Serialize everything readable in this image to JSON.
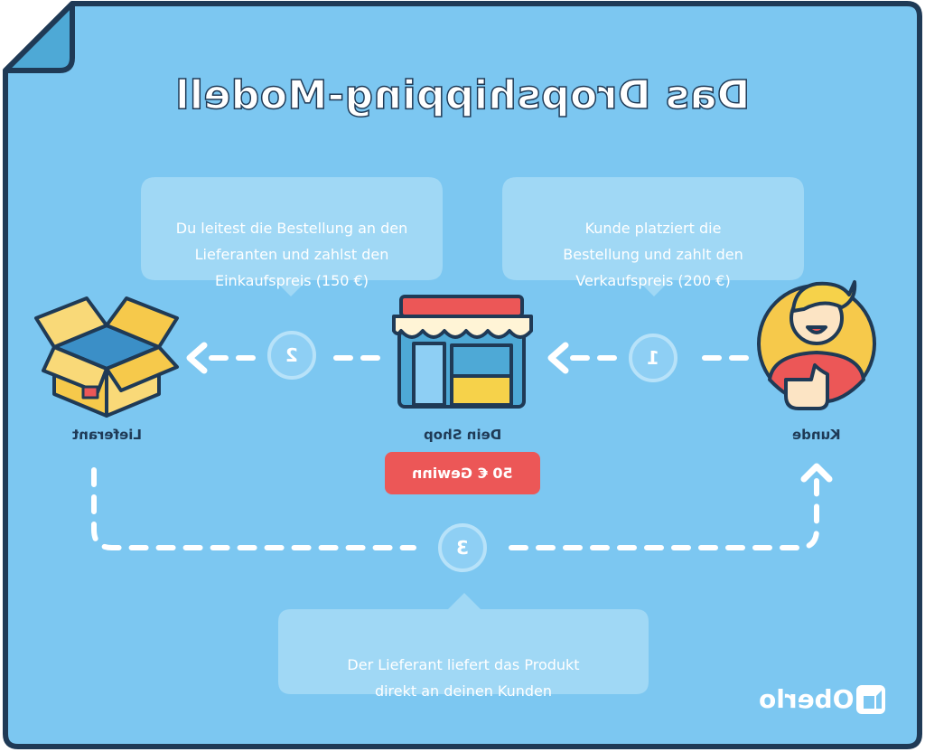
{
  "title": "Das Dropshipping-Modell",
  "nodes": {
    "customer": {
      "label": "Kunde"
    },
    "shop": {
      "label": "Dein Shop"
    },
    "supplier": {
      "label": "Lieferant"
    }
  },
  "steps": [
    {
      "number": "1",
      "text": "Kunde platziert die\nBestellung und zahlt den\nVerkaufspreis (200 €)"
    },
    {
      "number": "2",
      "text": "Du leitest die Bestellung an den\nLieferanten und zahlst den\nEinkaufspreis (150 €)"
    },
    {
      "number": "3",
      "text": "Der Lieferant liefert das Produkt\ndirekt an deinen Kunden"
    }
  ],
  "profit_badge": "50 € Gewinn",
  "brand": "Oberlo",
  "colors": {
    "background": "#7cc7f1",
    "border": "#1f3a56",
    "bubble": "#a7daf6",
    "badge": "#ec5757",
    "line": "#ffffff"
  },
  "icons": {
    "customer": "person-thumbs-up-icon",
    "shop": "storefront-icon",
    "supplier": "open-box-icon",
    "brand": "oberlo-logo-icon",
    "arrow": "arrow-left-icon"
  }
}
